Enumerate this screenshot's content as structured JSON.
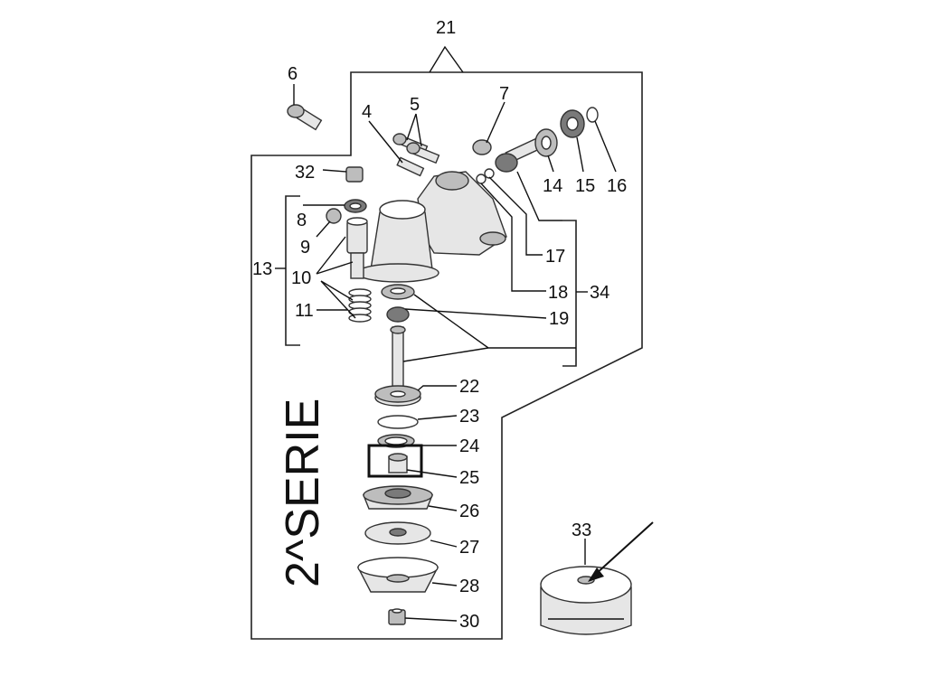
{
  "labels": {
    "p4": "4",
    "p5": "5",
    "p6": "6",
    "p7": "7",
    "p8": "8",
    "p9": "9",
    "p10": "10",
    "p11": "11",
    "p13": "13",
    "p14": "14",
    "p15": "15",
    "p16": "16",
    "p17": "17",
    "p18": "18",
    "p19": "19",
    "p21": "21",
    "p22": "22",
    "p23": "23",
    "p24": "24",
    "p25": "25",
    "p26": "26",
    "p27": "27",
    "p28": "28",
    "p30": "30",
    "p32": "32",
    "p33": "33",
    "p34": "34"
  },
  "serie_text": "2^SERIE"
}
